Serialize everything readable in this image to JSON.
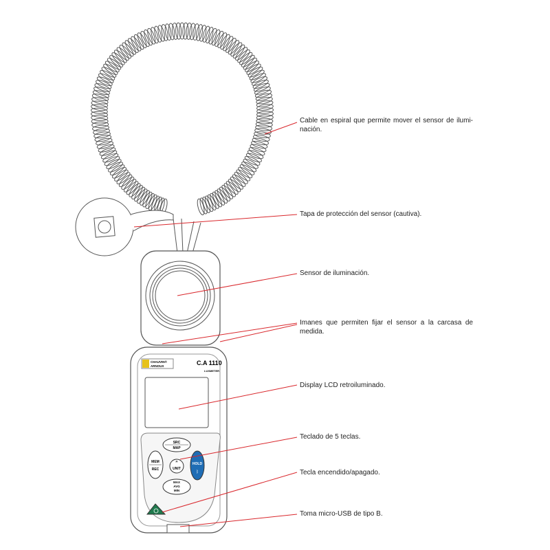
{
  "callouts": [
    {
      "text": "Cable en espiral que permite mover el sensor de ilumi-nación."
    },
    {
      "text": "Tapa de protección del sensor (cautiva)."
    },
    {
      "text": "Sensor de iluminación."
    },
    {
      "text": "Imanes que permiten fijar el sensor a la carcasa de medida."
    },
    {
      "text": "Display LCD retroiluminado."
    },
    {
      "text": "Teclado de 5 teclas."
    },
    {
      "text": "Tecla encendido/apagado."
    },
    {
      "text": "Toma micro-USB de tipo B."
    }
  ],
  "device": {
    "brand_line1": "CHAUVIN®",
    "brand_line2": "ARNOUX",
    "model": "C.A 1110",
    "subtitle": "LUXMETER",
    "keys": {
      "top_1": "SRC",
      "top_2": "MAP",
      "left_1": "MEM",
      "left_2": "REC",
      "center": "UNIT",
      "right": "HOLD",
      "bottom_1": "MAX",
      "bottom_2": "AVG",
      "bottom_3": "MIN"
    }
  },
  "colors": {
    "leader": "#d9262b",
    "hold": "#1f6db5",
    "power": "#1f7a4d"
  }
}
